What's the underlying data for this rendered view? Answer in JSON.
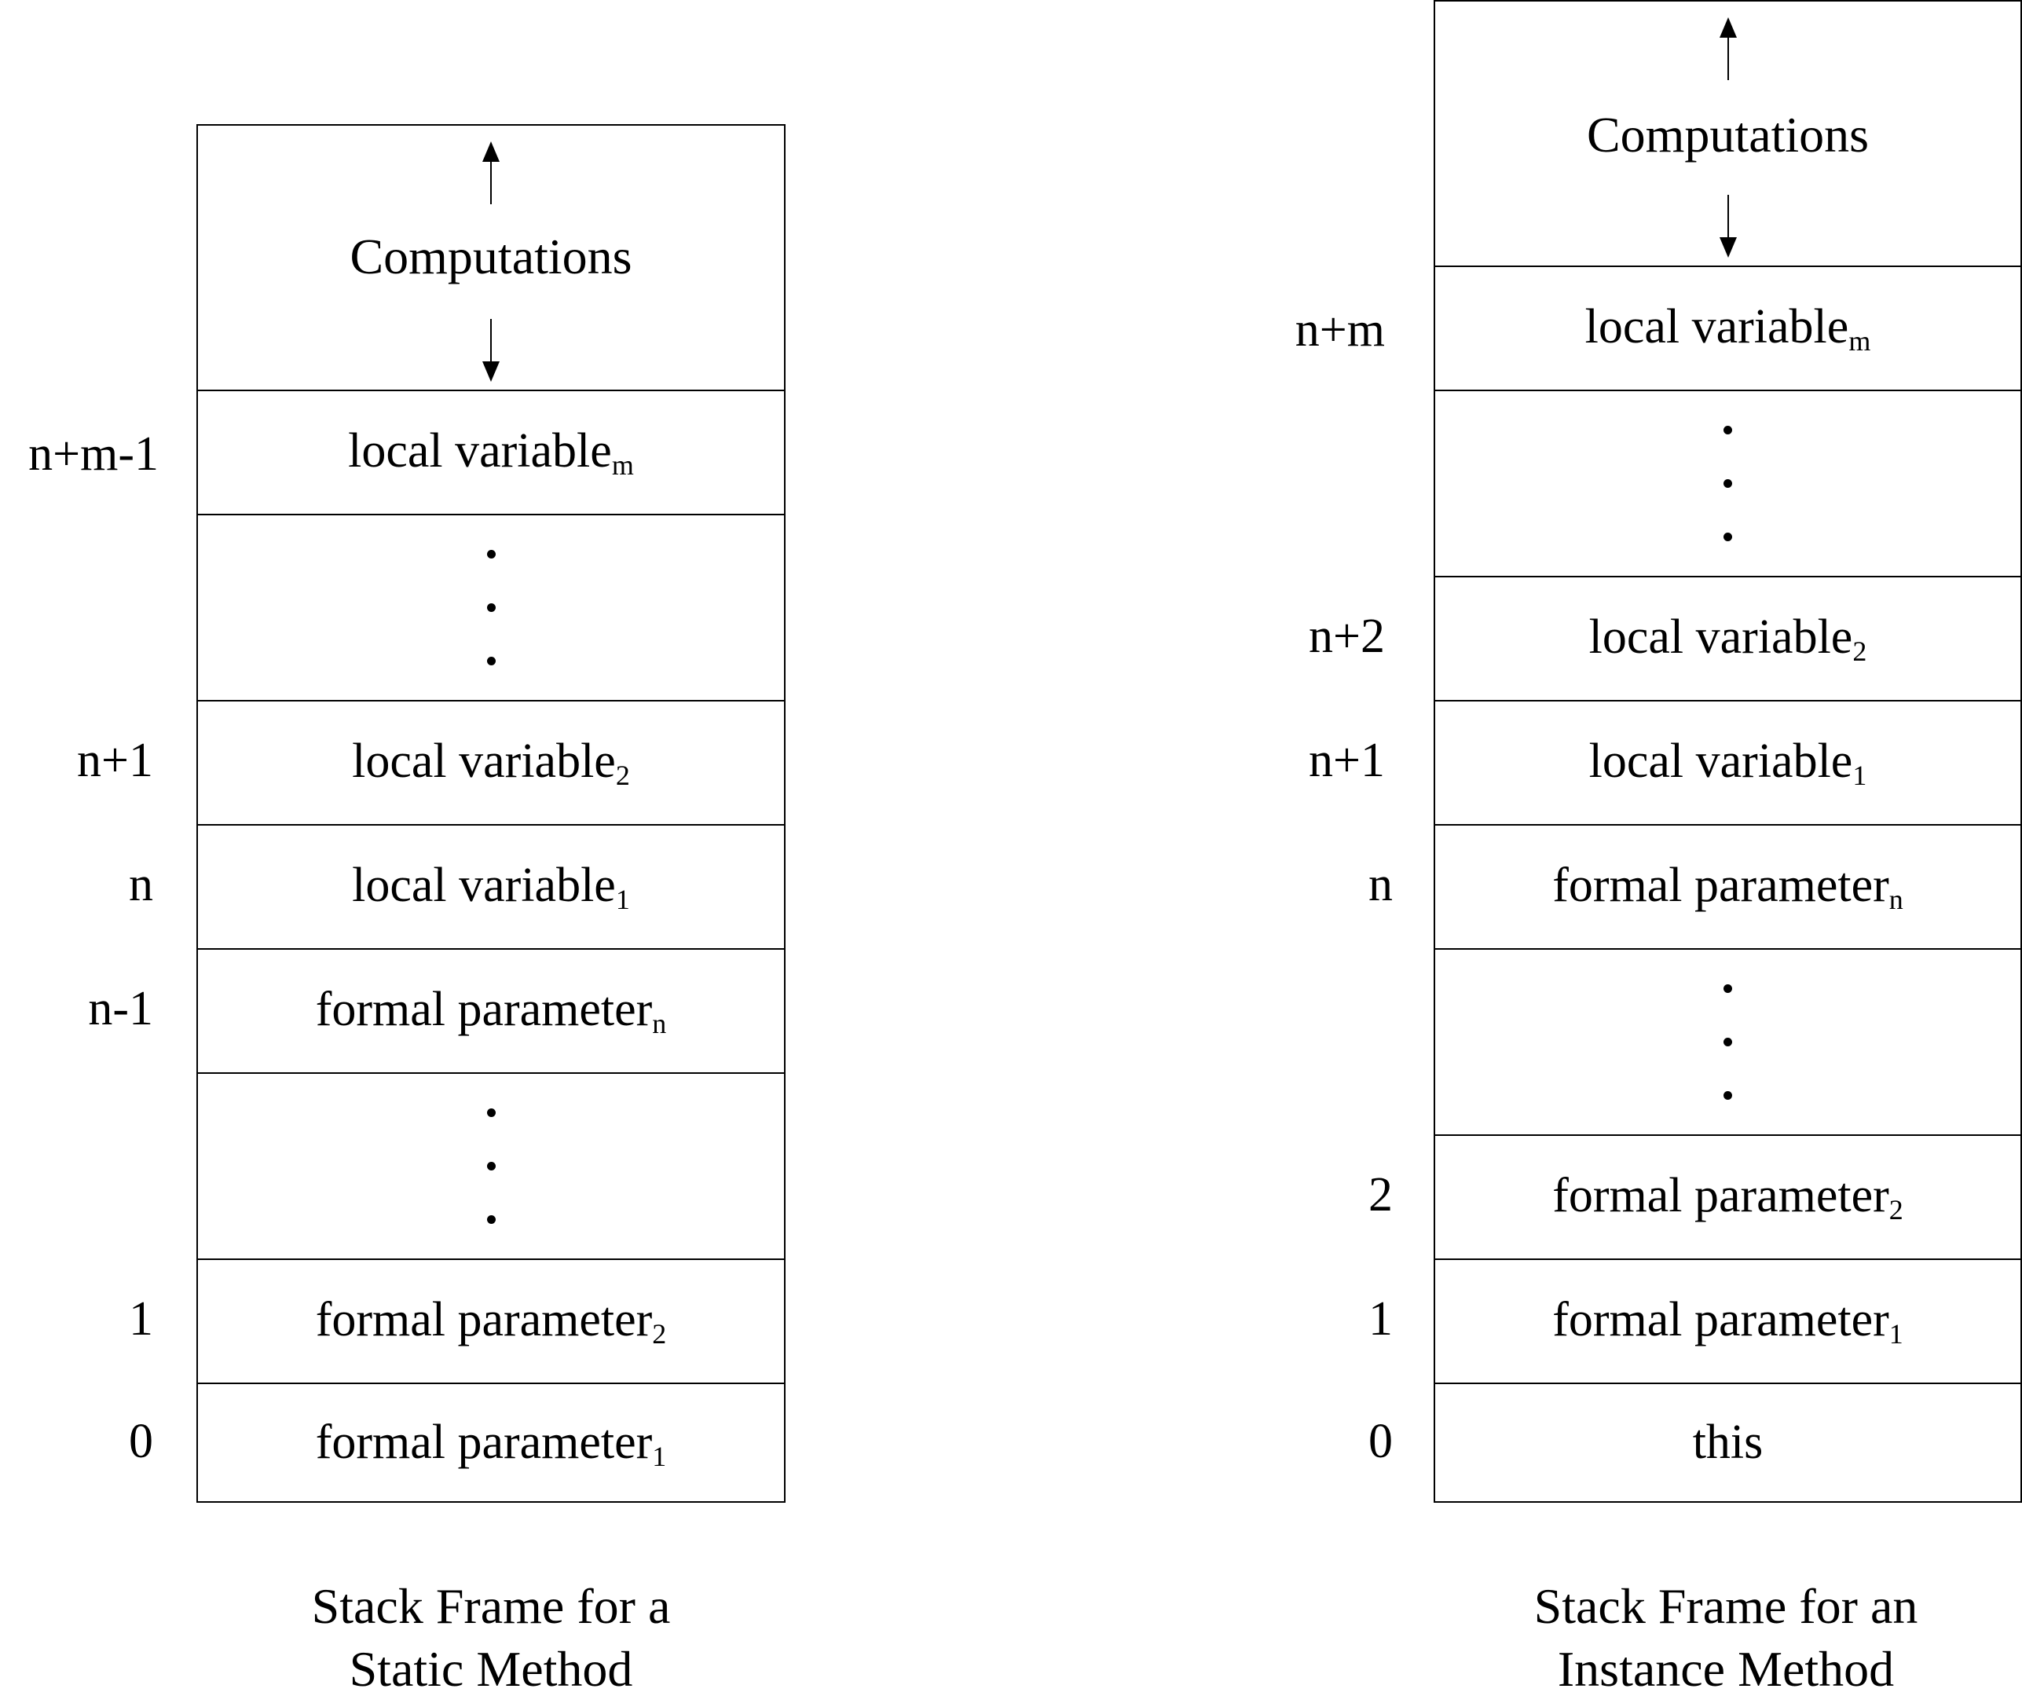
{
  "static_frame": {
    "computations": "Computations",
    "cells": [
      {
        "base": "local variable",
        "sub": "m",
        "index": "n+m-1"
      },
      {
        "base": "local variable",
        "sub": "2",
        "index": "n+1"
      },
      {
        "base": "local variable",
        "sub": "1",
        "index": "n"
      },
      {
        "base": "formal parameter",
        "sub": "n",
        "index": "n-1"
      },
      {
        "base": "formal parameter",
        "sub": "2",
        "index": "1"
      },
      {
        "base": "formal parameter",
        "sub": "1",
        "index": "0"
      }
    ],
    "caption": [
      "Stack Frame for a",
      "Static Method"
    ]
  },
  "instance_frame": {
    "computations": "Computations",
    "cells": [
      {
        "base": "local variable",
        "sub": "m",
        "index": "n+m"
      },
      {
        "base": "local variable",
        "sub": "2",
        "index": "n+2"
      },
      {
        "base": "local variable",
        "sub": "1",
        "index": "n+1"
      },
      {
        "base": "formal parameter",
        "sub": "n",
        "index": "n"
      },
      {
        "base": "formal parameter",
        "sub": "2",
        "index": "2"
      },
      {
        "base": "formal parameter",
        "sub": "1",
        "index": "1"
      },
      {
        "base": "this",
        "sub": "",
        "index": "0"
      }
    ],
    "caption": [
      "Stack Frame for an",
      "Instance Method"
    ]
  }
}
